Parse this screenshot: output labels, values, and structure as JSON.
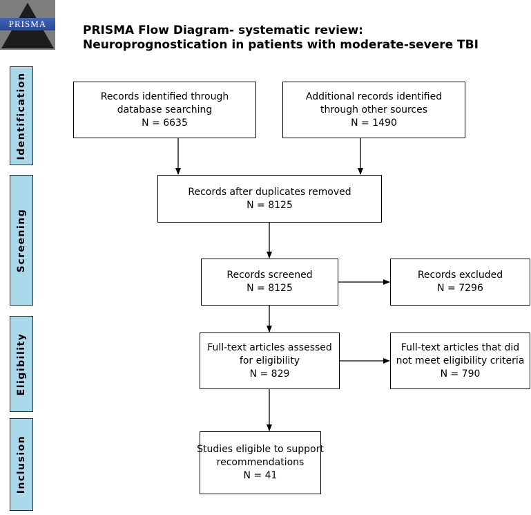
{
  "logo": {
    "text": "PRISMA"
  },
  "title": {
    "line1": "PRISMA Flow Diagram- systematic review:",
    "line2": "Neuroprognostication in patients with moderate-severe TBI"
  },
  "phases": {
    "identification": "Identification",
    "screening": "Screening",
    "eligibility": "Eligibility",
    "inclusion": "Inclusion"
  },
  "boxes": {
    "database": {
      "line1": "Records identified through",
      "line2": "database searching",
      "count": "N = 6635"
    },
    "other": {
      "line1": "Additional records identified",
      "line2": "through other sources",
      "count": "N = 1490"
    },
    "dedup": {
      "line1": "Records after duplicates removed",
      "count": "N = 8125"
    },
    "screened": {
      "line1": "Records screened",
      "count": "N = 8125"
    },
    "excluded": {
      "line1": "Records excluded",
      "count": "N = 7296"
    },
    "fulltext": {
      "line1": "Full-text articles assessed",
      "line2": "for eligibility",
      "count": "N = 829"
    },
    "fulltext_excluded": {
      "line1": "Full-text articles that did",
      "line2": "not meet eligibility criteria",
      "count": "N = 790"
    },
    "included": {
      "line1": "Studies eligible to support",
      "line2": "recommendations",
      "count": "N = 41"
    }
  }
}
